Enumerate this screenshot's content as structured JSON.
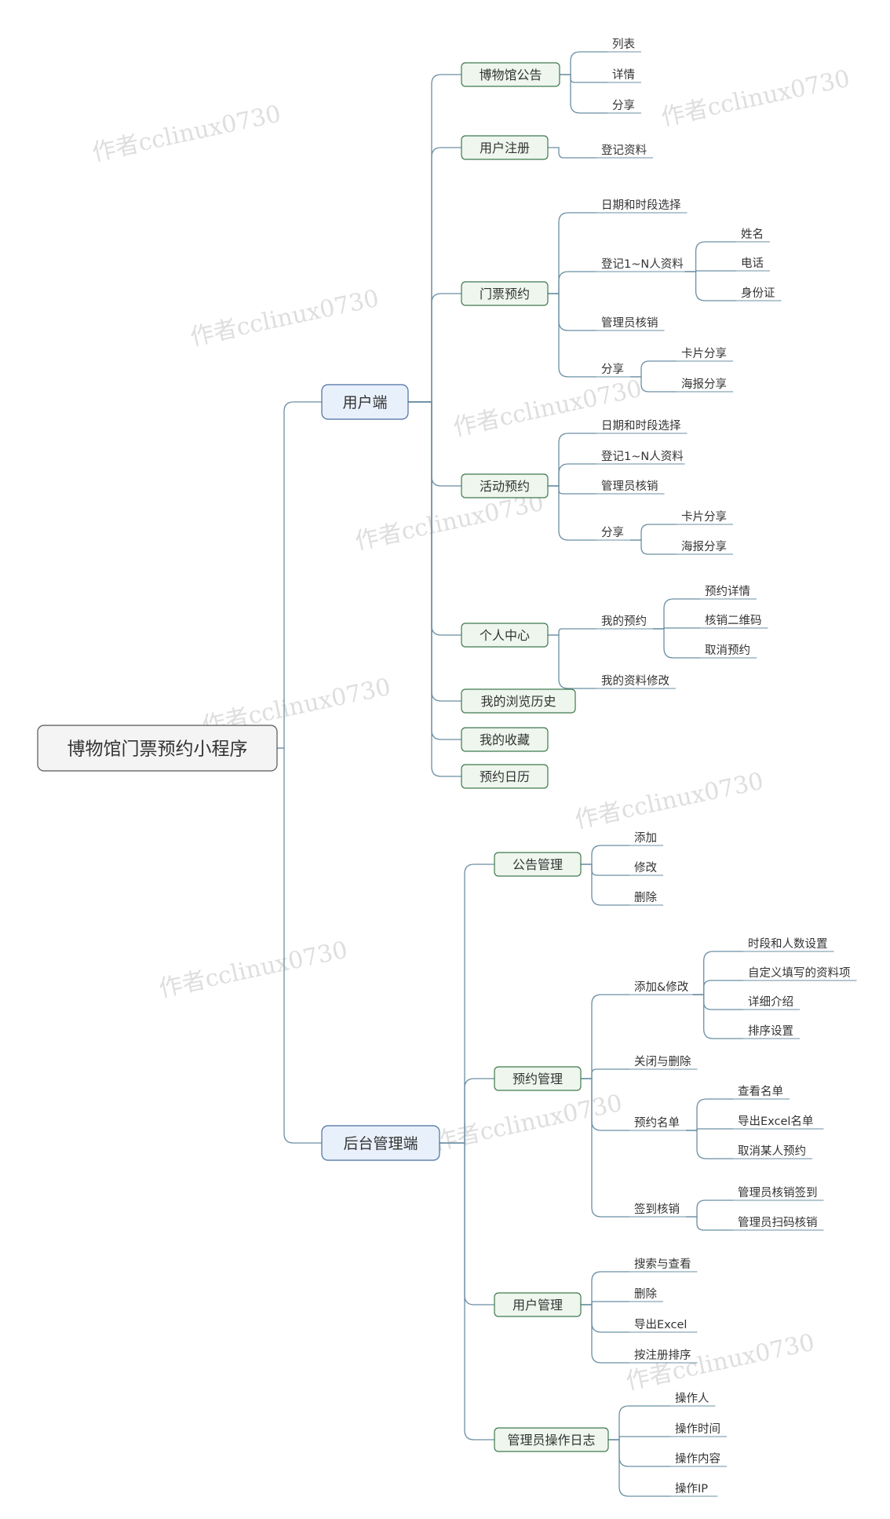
{
  "root": {
    "label": "博物馆门票预约小程序",
    "children": [
      {
        "label": "用户端",
        "children": [
          {
            "label": "博物馆公告",
            "children": [
              {
                "label": "列表"
              },
              {
                "label": "详情"
              },
              {
                "label": "分享"
              }
            ]
          },
          {
            "label": "用户注册",
            "children": [
              {
                "label": "登记资料"
              }
            ]
          },
          {
            "label": "门票预约",
            "children": [
              {
                "label": "日期和时段选择"
              },
              {
                "label": "登记1~N人资料",
                "children": [
                  {
                    "label": "姓名"
                  },
                  {
                    "label": "电话"
                  },
                  {
                    "label": "身份证"
                  }
                ]
              },
              {
                "label": "管理员核销"
              },
              {
                "label": "分享",
                "children": [
                  {
                    "label": "卡片分享"
                  },
                  {
                    "label": "海报分享"
                  }
                ]
              }
            ]
          },
          {
            "label": "活动预约",
            "children": [
              {
                "label": "日期和时段选择"
              },
              {
                "label": "登记1~N人资料"
              },
              {
                "label": "管理员核销"
              },
              {
                "label": "分享",
                "children": [
                  {
                    "label": "卡片分享"
                  },
                  {
                    "label": "海报分享"
                  }
                ]
              }
            ]
          },
          {
            "label": "个人中心",
            "children": [
              {
                "label": "我的预约",
                "children": [
                  {
                    "label": "预约详情"
                  },
                  {
                    "label": "核销二维码"
                  },
                  {
                    "label": "取消预约"
                  }
                ]
              },
              {
                "label": "我的资料修改"
              }
            ]
          },
          {
            "label": "我的浏览历史"
          },
          {
            "label": "我的收藏"
          },
          {
            "label": "预约日历"
          }
        ]
      },
      {
        "label": "后台管理端",
        "children": [
          {
            "label": "公告管理",
            "children": [
              {
                "label": "添加"
              },
              {
                "label": "修改"
              },
              {
                "label": "删除"
              }
            ]
          },
          {
            "label": "预约管理",
            "children": [
              {
                "label": "添加&修改",
                "children": [
                  {
                    "label": "时段和人数设置"
                  },
                  {
                    "label": "自定义填写的资料项"
                  },
                  {
                    "label": "详细介绍"
                  },
                  {
                    "label": "排序设置"
                  }
                ]
              },
              {
                "label": "关闭与删除"
              },
              {
                "label": "预约名单",
                "children": [
                  {
                    "label": "查看名单"
                  },
                  {
                    "label": "导出Excel名单"
                  },
                  {
                    "label": "取消某人预约"
                  }
                ]
              },
              {
                "label": "签到核销",
                "children": [
                  {
                    "label": "管理员核销签到"
                  },
                  {
                    "label": "管理员扫码核销"
                  }
                ]
              }
            ]
          },
          {
            "label": "用户管理",
            "children": [
              {
                "label": "搜索与查看"
              },
              {
                "label": "删除"
              },
              {
                "label": "导出Excel"
              },
              {
                "label": "按注册排序"
              }
            ]
          },
          {
            "label": "管理员操作日志",
            "children": [
              {
                "label": "操作人"
              },
              {
                "label": "操作时间"
              },
              {
                "label": "操作内容"
              },
              {
                "label": "操作IP"
              }
            ]
          }
        ]
      }
    ]
  },
  "watermark": "作者cclinux0730",
  "colors": {
    "root_fill": "#f4f4f4",
    "root_stroke": "#555555",
    "branch_fill": "#e8f0fb",
    "branch_stroke": "#4a6da0",
    "topic_fill": "#eef6ee",
    "topic_stroke": "#3f7a4d",
    "line": "#6b8fa3",
    "text": "#333333"
  }
}
